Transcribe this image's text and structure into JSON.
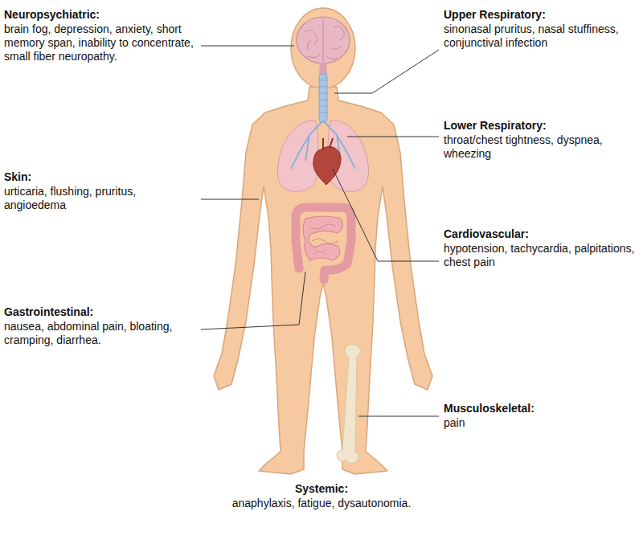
{
  "diagram": {
    "labels": [
      "Neuropsychiatric:",
      "brain fog, depression, anxiety, short memory span, inability to concentrate, small fiber neuropathy.",
      "Upper Respiratory:",
      "sinonasal pruritus, nasal stuffiness, conjunctival infection",
      "Lower Respiratory:",
      "throat/chest tightness, dyspnea, wheezing",
      "Skin:",
      "urticaria, flushing, pruritus, angioedema",
      "Cardiovascular:",
      "hypotension, tachycardia, palpitations, chest pain",
      "Gastrointestinal:",
      "nausea, abdominal pain, bloating, cramping, diarrhea.",
      "Musculoskeletal:",
      "pain",
      "Systemic:",
      "anaphylaxis, fatigue, dysautonomia."
    ]
  }
}
